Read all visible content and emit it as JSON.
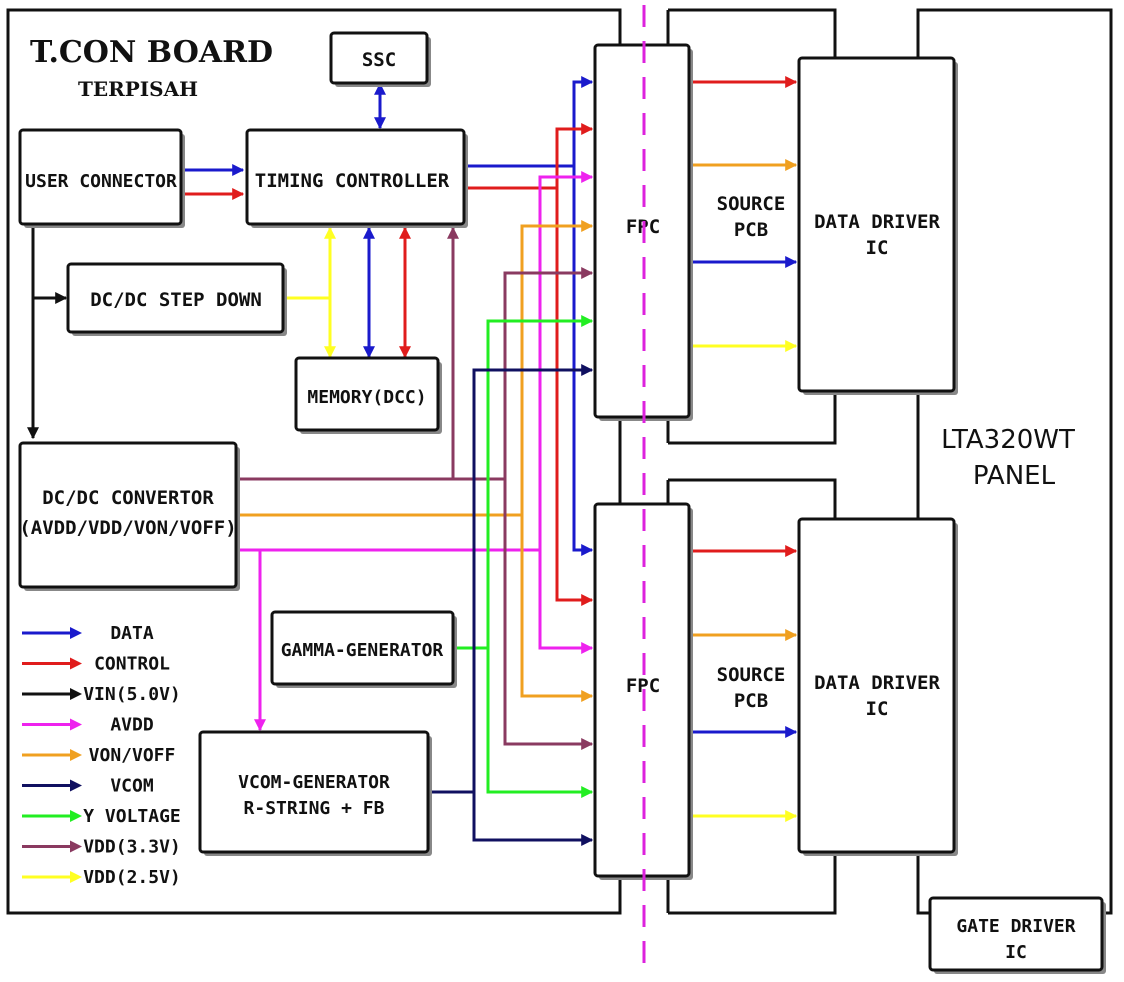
{
  "title": "T.CON BOARD",
  "subtitle": "TERPISAH",
  "blocks": {
    "ssc": "SSC",
    "user_connector": "USER CONNECTOR",
    "timing_controller": "TIMING CONTROLLER",
    "dcdc_step_down": "DC/DC STEP DOWN",
    "memory": "MEMORY(DCC)",
    "dcdc_convertor": {
      "line1": "DC/DC CONVERTOR",
      "line2": "(AVDD/VDD/VON/VOFF)"
    },
    "gamma_generator": "GAMMA-GENERATOR",
    "vcom_generator": {
      "line1": "VCOM-GENERATOR",
      "line2": "R-STRING + FB"
    },
    "fpc_top": "FPC",
    "fpc_bottom": "FPC",
    "source_pcb_top": {
      "line1": "SOURCE",
      "line2": "PCB"
    },
    "source_pcb_bottom": {
      "line1": "SOURCE",
      "line2": "PCB"
    },
    "data_driver_top": {
      "line1": "DATA DRIVER",
      "line2": "IC"
    },
    "data_driver_bottom": {
      "line1": "DATA DRIVER",
      "line2": "IC"
    },
    "panel": {
      "line1": "LTA320WT",
      "line2": "PANEL"
    },
    "gate_driver": {
      "line1": "GATE DRIVER",
      "line2": "IC"
    }
  },
  "legend": [
    {
      "label": "DATA",
      "color": "#1a1acc"
    },
    {
      "label": "CONTROL",
      "color": "#e01c1c"
    },
    {
      "label": "VIN(5.0V)",
      "color": "#111111"
    },
    {
      "label": "AVDD",
      "color": "#ee22ee"
    },
    {
      "label": "VON/VOFF",
      "color": "#f0a020"
    },
    {
      "label": "VCOM",
      "color": "#101060"
    },
    {
      "label": "Y VOLTAGE",
      "color": "#22ee22"
    },
    {
      "label": "VDD(3.3V)",
      "color": "#8a3a60"
    },
    {
      "label": "VDD(2.5V)",
      "color": "#ffff22"
    }
  ],
  "colors": {
    "data": "#1a1acc",
    "control": "#e01c1c",
    "vin": "#111111",
    "avdd": "#ee22ee",
    "von": "#f0a020",
    "vcom": "#101060",
    "y_voltage": "#22ee22",
    "vdd33": "#8a3a60",
    "vdd25": "#ffff22",
    "cut_line": "#dd22dd"
  }
}
